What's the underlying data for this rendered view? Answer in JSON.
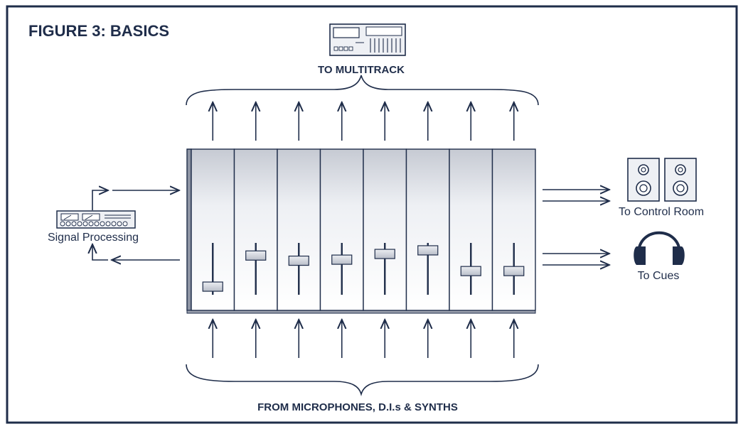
{
  "figure": {
    "title": "FIGURE 3: BASICS",
    "top_label": "TO MULTITRACK",
    "bottom_label": "FROM MICROPHONES, D.I.s & SYNTHS",
    "signal_processing_label": "Signal Processing",
    "control_room_label": "To Control Room",
    "cues_label": "To Cues",
    "channel_count": 8,
    "fader_levels": [
      0.15,
      0.75,
      0.65,
      0.67,
      0.78,
      0.85,
      0.45,
      0.45
    ],
    "colors": {
      "ink": "#1f2d4a",
      "panel_light": "#f2f3f6",
      "panel_dark": "#c4c8d2",
      "knob": "#d9dce3"
    }
  }
}
